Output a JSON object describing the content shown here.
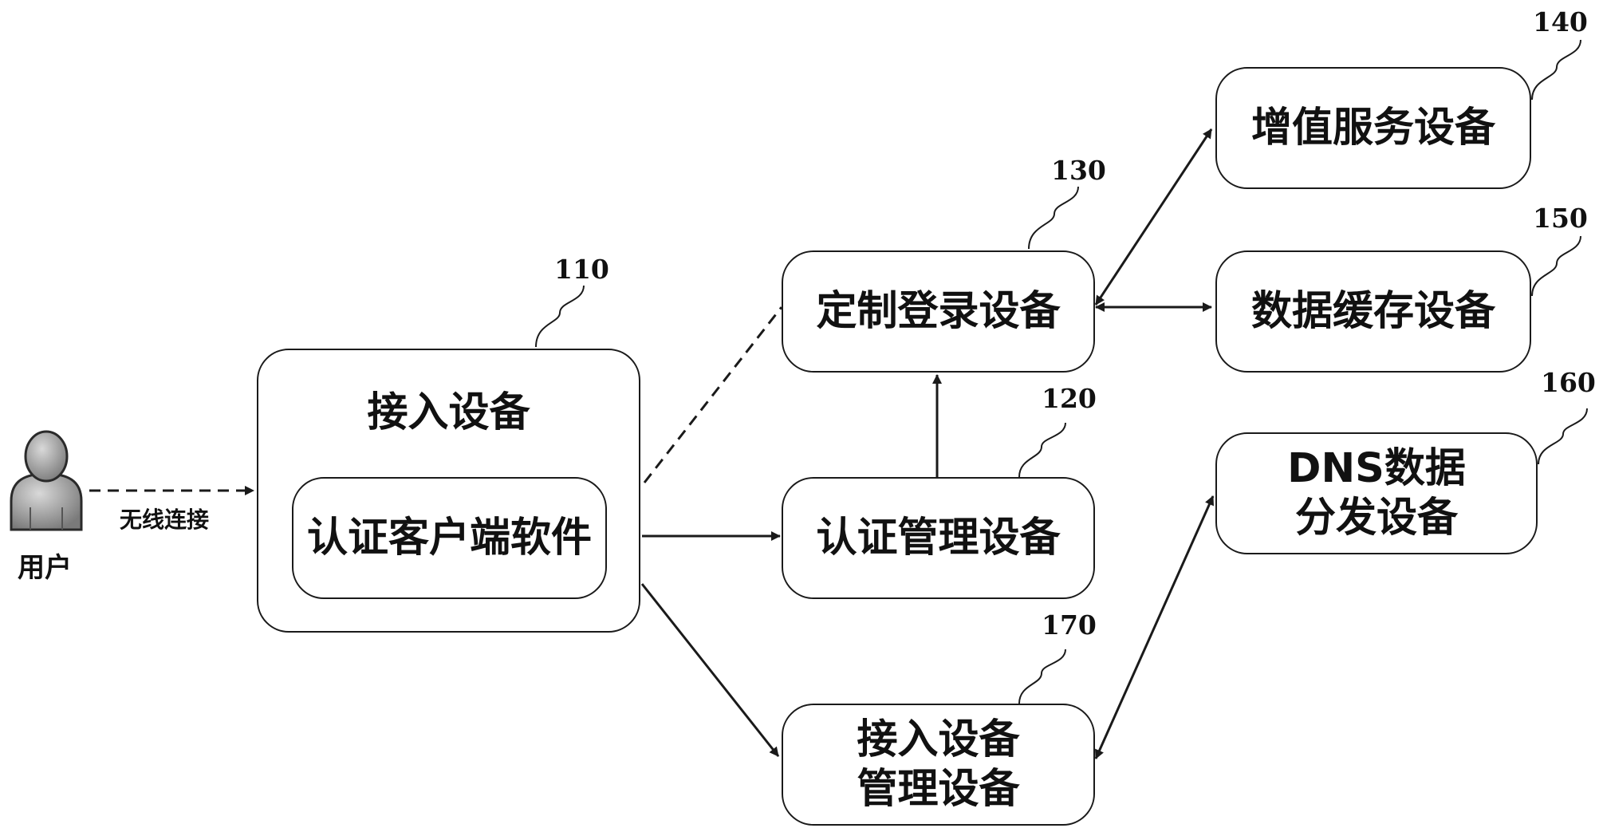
{
  "user": {
    "label": "用户",
    "link_label": "无线连接"
  },
  "access_device": {
    "ref": "110",
    "title": "接入设备",
    "client_software": "认证客户端软件"
  },
  "auth_mgmt": {
    "ref": "120",
    "label": "认证管理设备"
  },
  "custom_login": {
    "ref": "130",
    "label": "定制登录设备"
  },
  "value_added": {
    "ref": "140",
    "label": "增值服务设备"
  },
  "data_cache": {
    "ref": "150",
    "label": "数据缓存设备"
  },
  "dns_dist": {
    "ref": "160",
    "line1": "DNS数据",
    "line2": "分发设备"
  },
  "access_mgmt": {
    "ref": "170",
    "line1": "接入设备",
    "line2": "管理设备"
  },
  "colors": {
    "stroke": "#1a1a1a",
    "text": "#111111",
    "user_icon_gray": "#8c8c8c"
  },
  "icons": {
    "user": "user-person-icon"
  }
}
